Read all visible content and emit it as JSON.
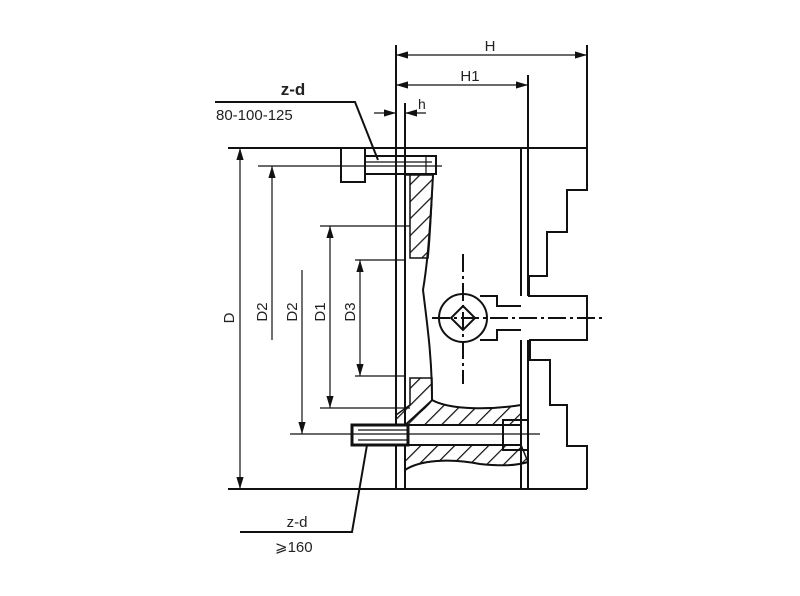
{
  "dimensions": {
    "H": "H",
    "H1": "H1",
    "h": "h",
    "D": "D",
    "D2_outer": "D2",
    "D2_inner": "D2",
    "D1": "D1",
    "D3": "D3"
  },
  "callouts": {
    "top": {
      "label": "z-d",
      "sizes": "80-100-125"
    },
    "bottom": {
      "label": "z-d",
      "sizes": "⩾160"
    }
  }
}
